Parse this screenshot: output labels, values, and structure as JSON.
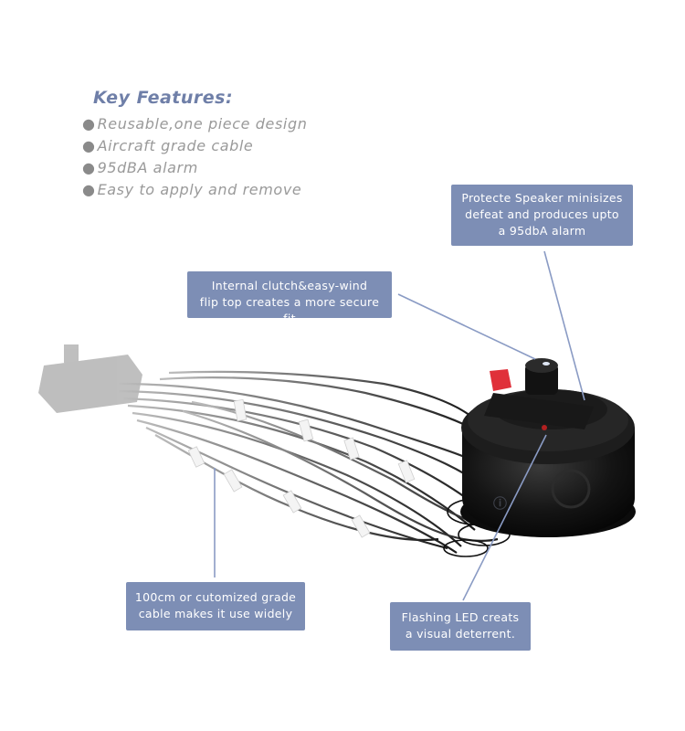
{
  "key_features": {
    "title": "Key Features:",
    "items": [
      "Reusable,one piece design",
      "Aircraft grade cable",
      "95dBA alarm",
      "Easy to apply and remove"
    ]
  },
  "callouts": {
    "speaker": [
      "Protecte Speaker minisizes",
      "defeat and produces upto",
      "a 95dbA alarm"
    ],
    "clutch": [
      "Internal clutch&easy-wind",
      "flip top creates a more secure fit"
    ],
    "cable": [
      "100cm or cutomized grade",
      "cable makes it use widely"
    ],
    "led": [
      "Flashing LED creats",
      "a visual deterrent."
    ]
  },
  "colors": {
    "callout_bg": "#7d8eb5",
    "title": "#6f7fa8",
    "feature_text": "#9a9a9a",
    "device": "#151515",
    "red_button": "#e0303a"
  }
}
